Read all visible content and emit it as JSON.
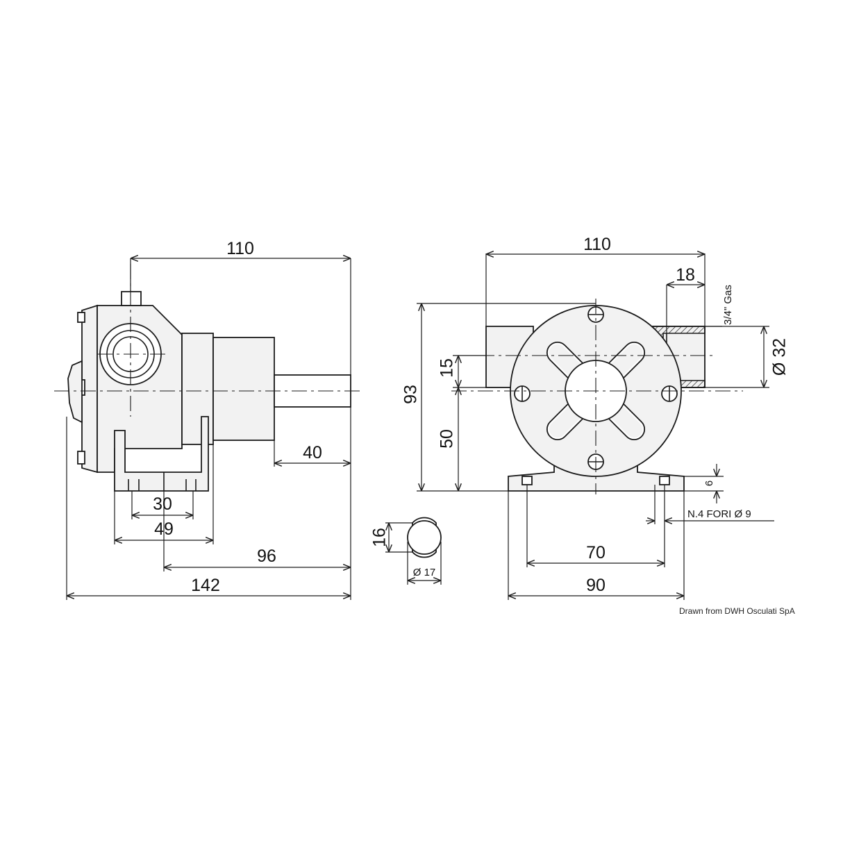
{
  "side_view": {
    "dim_110": "110",
    "dim_40": "40",
    "dim_30": "30",
    "dim_49": "49",
    "dim_96": "96",
    "dim_142": "142"
  },
  "shaft_section": {
    "dim_16": "16",
    "dim_diameter_17": "Ø 17"
  },
  "front_view": {
    "dim_110": "110",
    "dim_18": "18",
    "thread_label": "3/4\" Gas",
    "dim_diameter_32": "Ø 32",
    "dim_15": "15",
    "dim_93": "93",
    "dim_50": "50",
    "dim_6": "6",
    "holes_label": "N.4 FORI Ø 9",
    "dim_70": "70",
    "dim_90": "90"
  },
  "credit": "Drawn from DWH Osculati SpA"
}
